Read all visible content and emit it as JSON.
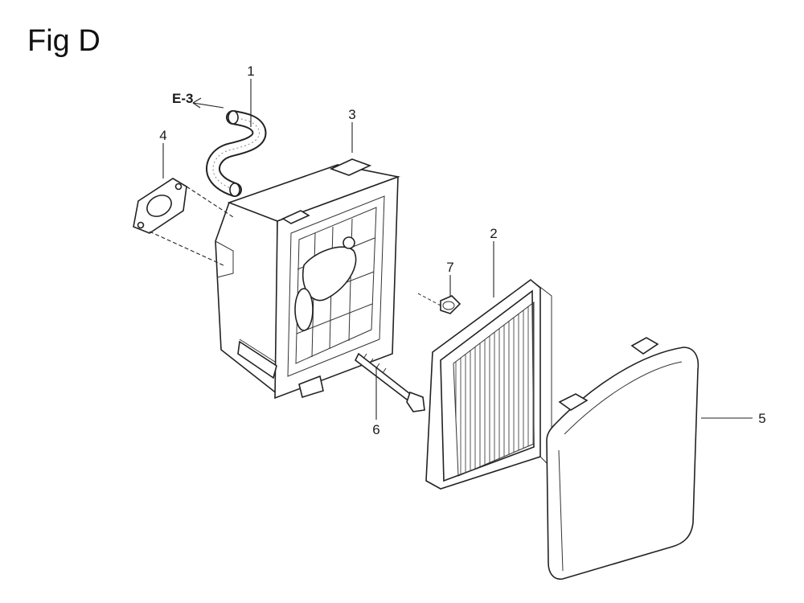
{
  "figure": {
    "title": "Fig D",
    "reference": "E-3",
    "callouts": [
      "1",
      "2",
      "3",
      "4",
      "5",
      "6",
      "7"
    ]
  },
  "parts": {
    "p1": {
      "number": "1",
      "icon": "breather-tube-icon"
    },
    "p2": {
      "number": "2",
      "icon": "air-filter-element-icon"
    },
    "p3": {
      "number": "3",
      "icon": "air-cleaner-case-icon"
    },
    "p4": {
      "number": "4",
      "icon": "gasket-icon"
    },
    "p5": {
      "number": "5",
      "icon": "air-cleaner-cover-icon"
    },
    "p6": {
      "number": "6",
      "icon": "long-bolt-icon"
    },
    "p7": {
      "number": "7",
      "icon": "flange-bolt-icon"
    }
  },
  "colors": {
    "line": "#222222",
    "background": "#ffffff"
  }
}
